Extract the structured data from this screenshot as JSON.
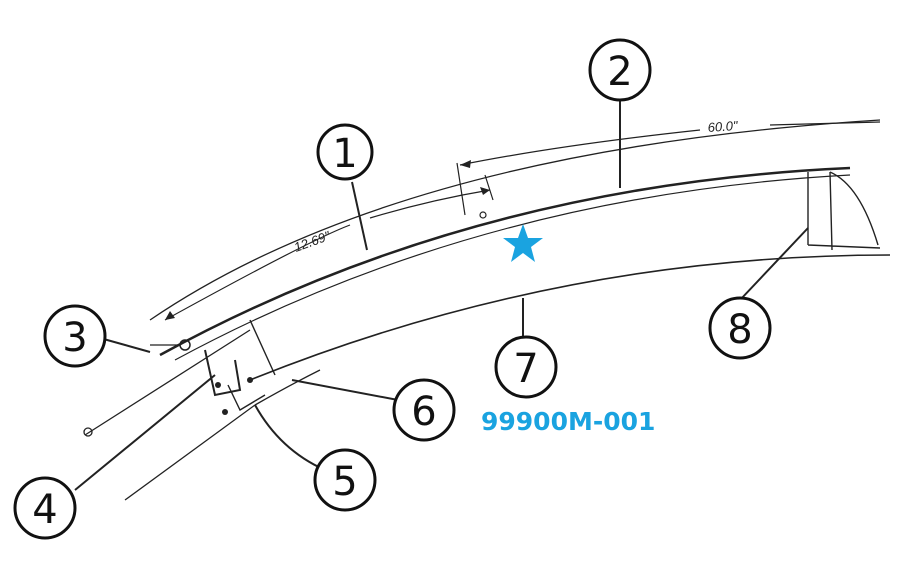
{
  "callouts": [
    "1",
    "2",
    "3",
    "4",
    "5",
    "6",
    "7",
    "8"
  ],
  "dimensions": {
    "short": "12.69\"",
    "long": "60.0\""
  },
  "part_code": "99900M-001",
  "colors": {
    "accent": "#1aa3e0",
    "line": "#222222"
  },
  "icons": {
    "marker": "star-icon"
  }
}
